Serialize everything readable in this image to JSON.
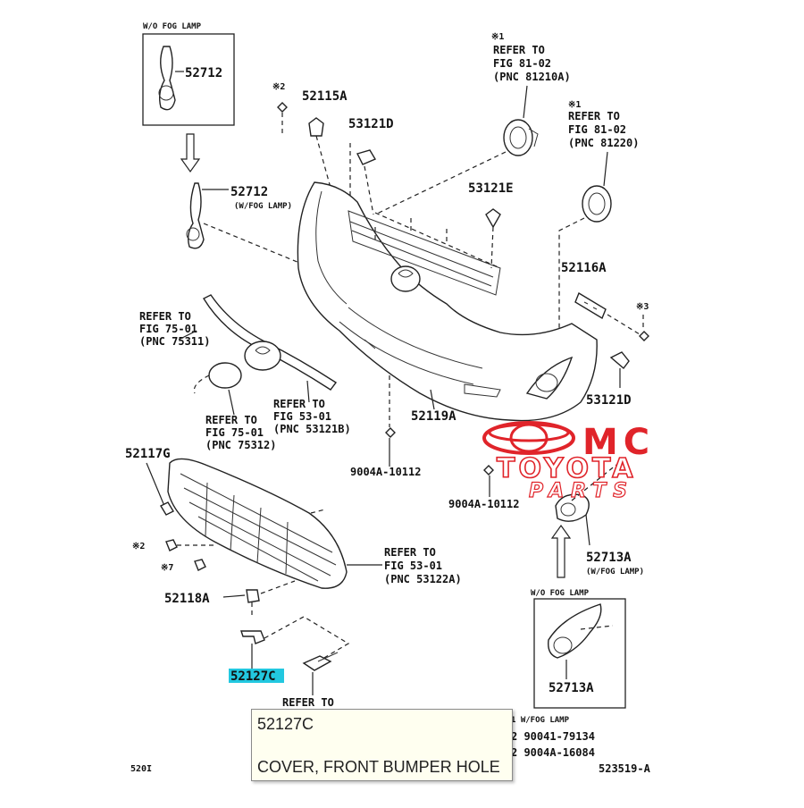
{
  "diagram": {
    "labels": {
      "wo_fog_lamp_top": "W/O FOG LAMP",
      "p52712_top": "52712",
      "note2_top": "※2",
      "p52115A": "52115A",
      "p53121D_top": "53121D",
      "ref_fig81_a_mark": "※1",
      "ref_fig81_a_l1": "REFER TO",
      "ref_fig81_a_l2": "FIG 81-02",
      "ref_fig81_a_l3": "(PNC 81210A)",
      "ref_fig81_b_mark": "※1",
      "ref_fig81_b_l1": "REFER TO",
      "ref_fig81_b_l2": "FIG 81-02",
      "ref_fig81_b_l3": "(PNC 81220)",
      "p52712_mid": "52712",
      "p52712_mid_sub": "(W/FOG LAMP)",
      "p53121E": "53121E",
      "p52116A": "52116A",
      "note3": "※3",
      "ref_fig75_a_l1": "REFER TO",
      "ref_fig75_a_l2": "FIG 75-01",
      "ref_fig75_a_l3": "(PNC 75311)",
      "p53121D_right": "53121D",
      "ref_fig53_a_l1": "REFER TO",
      "ref_fig53_a_l2": "FIG 53-01",
      "ref_fig53_a_l3": "(PNC 53121B)",
      "p52119A": "52119A",
      "ref_fig75_b_l1": "REFER TO",
      "ref_fig75_b_l2": "FIG 75-01",
      "ref_fig75_b_l3": "(PNC 75312)",
      "p52117G": "52117G",
      "p9004A_10112_a": "9004A-10112",
      "p9004A_10112_b": "9004A-10112",
      "note2_left": "※2",
      "note7_left": "※7",
      "ref_fig53_b_l1": "REFER TO",
      "ref_fig53_b_l2": "FIG 53-01",
      "ref_fig53_b_l3": "(PNC 53122A)",
      "p52713A_mid": "52713A",
      "p52713A_mid_sub": "(W/FOG LAMP)",
      "p52118A": "52118A",
      "wo_fog_lamp_bottom": "W/O FOG LAMP",
      "p52127C": "52127C",
      "ref_bottom": "REFER TO",
      "p52713A_box": "52713A",
      "legend_l1": "1 W/FOG LAMP",
      "legend_l2": "2 90041-79134",
      "legend_l3": "2 9004A-16084",
      "page_code": "520I",
      "fig_code": "523519-A"
    }
  },
  "watermark": {
    "brand_l1": "MC",
    "brand_l2": "TOYOTA",
    "brand_l3": "PARTS",
    "color": "#e0242a"
  },
  "tooltip": {
    "part_number": "52127C",
    "description": "COVER, FRONT BUMPER HOLE"
  }
}
